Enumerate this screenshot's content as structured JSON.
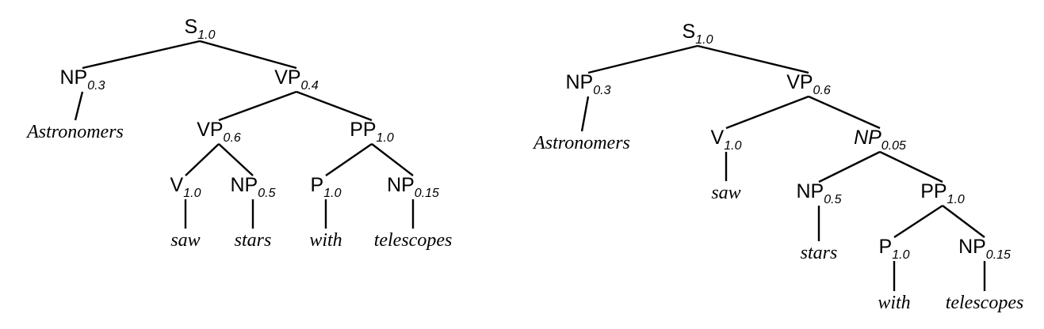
{
  "trees": [
    {
      "id": "tree-left",
      "nodes": [
        {
          "id": "S",
          "cat": "S",
          "prob": "1.0"
        },
        {
          "id": "NP1",
          "cat": "NP",
          "prob": "0.3",
          "parent": "S"
        },
        {
          "id": "VP1",
          "cat": "VP",
          "prob": "0.4",
          "parent": "S"
        },
        {
          "id": "w_astronomers",
          "word": "Astronomers",
          "parent": "NP1"
        },
        {
          "id": "VP2",
          "cat": "VP",
          "prob": "0.6",
          "parent": "VP1"
        },
        {
          "id": "PP1",
          "cat": "PP",
          "prob": "1.0",
          "parent": "VP1"
        },
        {
          "id": "V1",
          "cat": "V",
          "prob": "1.0",
          "parent": "VP2"
        },
        {
          "id": "NP2",
          "cat": "NP",
          "prob": "0.5",
          "parent": "VP2"
        },
        {
          "id": "P1",
          "cat": "P",
          "prob": "1.0",
          "parent": "PP1"
        },
        {
          "id": "NP3",
          "cat": "NP",
          "prob": "0.15",
          "parent": "PP1"
        },
        {
          "id": "w_saw",
          "word": "saw",
          "parent": "V1"
        },
        {
          "id": "w_stars",
          "word": "stars",
          "parent": "NP2"
        },
        {
          "id": "w_with",
          "word": "with",
          "parent": "P1"
        },
        {
          "id": "w_telescopes",
          "word": "telescopes",
          "parent": "NP3"
        }
      ]
    },
    {
      "id": "tree-right",
      "nodes": [
        {
          "id": "S",
          "cat": "S",
          "prob": "1.0"
        },
        {
          "id": "NP1",
          "cat": "NP",
          "prob": "0.3",
          "parent": "S"
        },
        {
          "id": "VP1",
          "cat": "VP",
          "prob": "0.6",
          "parent": "S"
        },
        {
          "id": "w_astronomers",
          "word": "Astronomers",
          "parent": "NP1"
        },
        {
          "id": "V1",
          "cat": "V",
          "prob": "1.0",
          "parent": "VP1"
        },
        {
          "id": "NP2",
          "cat": "NP",
          "prob": "0.05",
          "parent": "VP1",
          "italic": true
        },
        {
          "id": "w_saw",
          "word": "saw",
          "parent": "V1"
        },
        {
          "id": "NP3",
          "cat": "NP",
          "prob": "0.5",
          "parent": "NP2"
        },
        {
          "id": "PP1",
          "cat": "PP",
          "prob": "1.0",
          "parent": "NP2"
        },
        {
          "id": "w_stars",
          "word": "stars",
          "parent": "NP3"
        },
        {
          "id": "P1",
          "cat": "P",
          "prob": "1.0",
          "parent": "PP1"
        },
        {
          "id": "NP4",
          "cat": "NP",
          "prob": "0.15",
          "parent": "PP1"
        },
        {
          "id": "w_with",
          "word": "with",
          "parent": "P1"
        },
        {
          "id": "w_telescopes",
          "word": "telescopes",
          "parent": "NP4"
        }
      ]
    }
  ]
}
